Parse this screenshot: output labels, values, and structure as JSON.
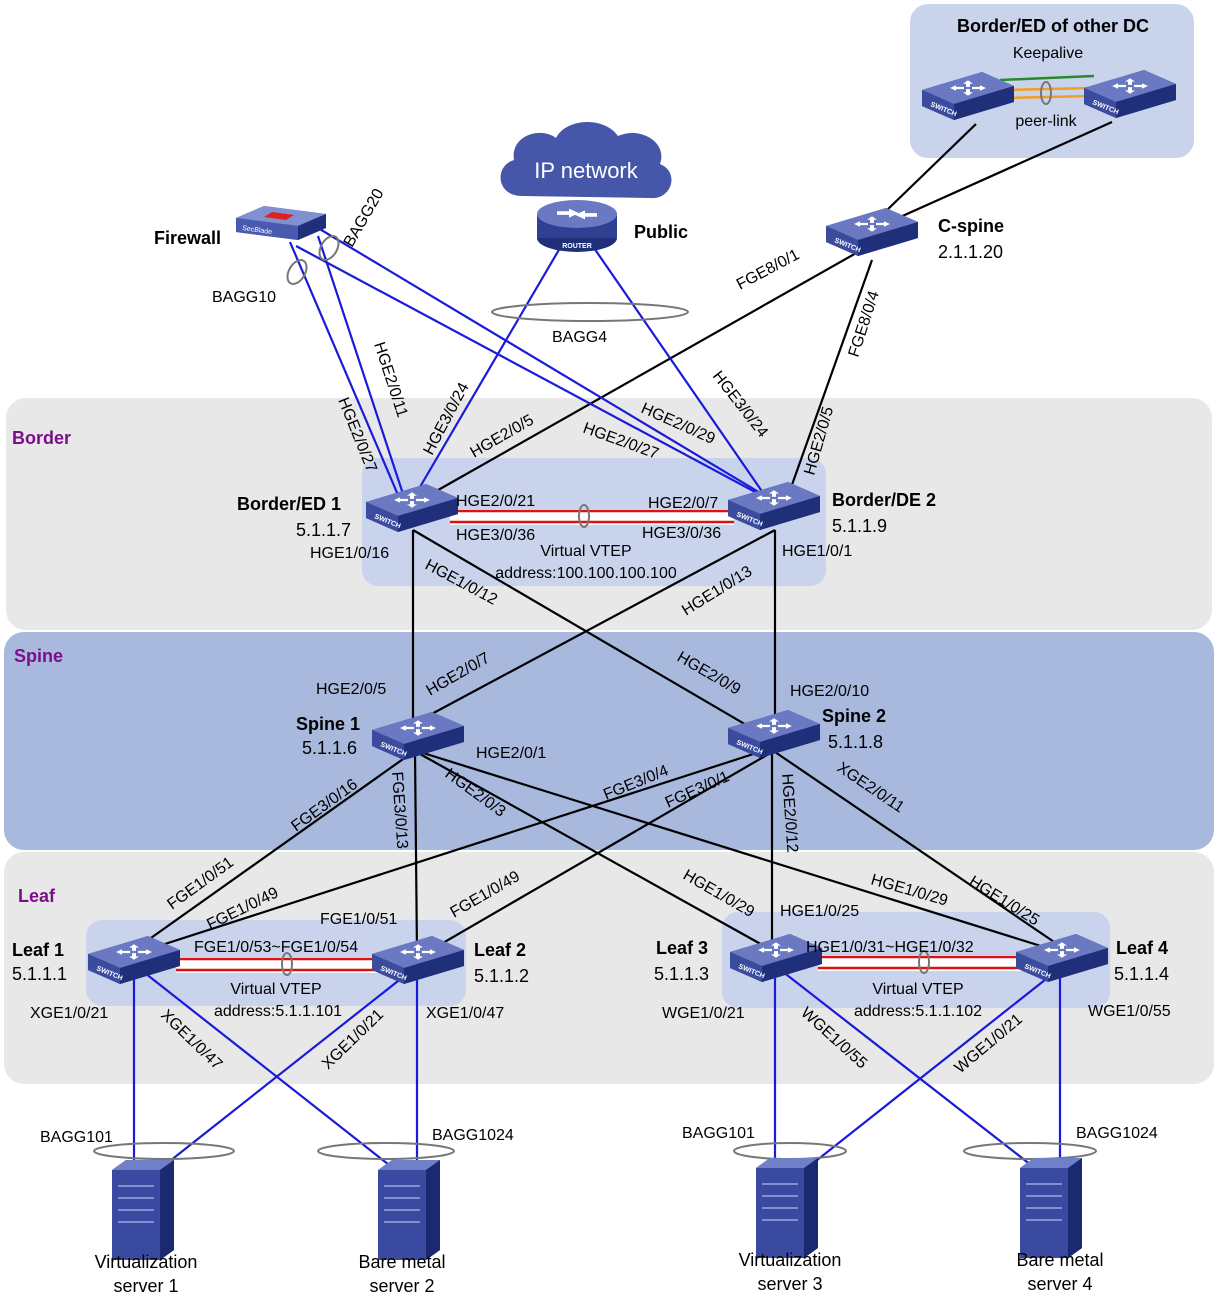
{
  "colors": {
    "zone_bg": "#e9e8e8",
    "spine_bg": "#a9b9dd",
    "group_bg": "#c9d4ec",
    "zone_label": "#7b0f8a",
    "link_black": "#000000",
    "link_blue": "#1a1adb",
    "peer_red": "#e01010",
    "switch_top": "#6a79c2",
    "switch_dark": "#1f2f7a"
  },
  "zones": [
    {
      "id": "border",
      "label": "Border"
    },
    {
      "id": "spine",
      "label": "Spine"
    },
    {
      "id": "leaf",
      "label": "Leaf"
    }
  ],
  "other_dc": {
    "title": "Border/ED of other DC",
    "keepalive": "Keepalive",
    "peer_link": "peer-link"
  },
  "devices": {
    "cspine": {
      "name": "C-spine",
      "ip": "2.1.1.20"
    },
    "border1": {
      "name": "Border/ED 1",
      "ip": "5.1.1.7"
    },
    "border2": {
      "name": "Border/DE 2",
      "ip": "5.1.1.9"
    },
    "spine1": {
      "name": "Spine 1",
      "ip": "5.1.1.6"
    },
    "spine2": {
      "name": "Spine 2",
      "ip": "5.1.1.8"
    },
    "leaf1": {
      "name": "Leaf 1",
      "ip": "5.1.1.1"
    },
    "leaf2": {
      "name": "Leaf 2",
      "ip": "5.1.1.2"
    },
    "leaf3": {
      "name": "Leaf 3",
      "ip": "5.1.1.3"
    },
    "leaf4": {
      "name": "Leaf 4",
      "ip": "5.1.1.4"
    },
    "firewall": {
      "name": "Firewall",
      "badge": "SecBlade"
    },
    "router": {
      "cloud": "IP network",
      "name": "Public",
      "badge": "ROUTER"
    },
    "switch_badge": "SWITCH"
  },
  "vteps": {
    "border": {
      "line1": "Virtual VTEP",
      "line2": "address:100.100.100.100"
    },
    "leaf12": {
      "line1": "Virtual VTEP",
      "line2": "address:5.1.1.101"
    },
    "leaf34": {
      "line1": "Virtual VTEP",
      "line2": "address:5.1.1.102"
    }
  },
  "aggregations": {
    "bagg20": "BAGG20",
    "bagg10": "BAGG10",
    "bagg4": "BAGG4",
    "bagg101_l": "BAGG101",
    "bagg1024_l": "BAGG1024",
    "bagg101_r": "BAGG101",
    "bagg1024_r": "BAGG1024"
  },
  "servers": {
    "s1": {
      "line1": "Virtualization",
      "line2": "server 1"
    },
    "s2": {
      "line1": "Bare metal",
      "line2": "server 2"
    },
    "s3": {
      "line1": "Virtualization",
      "line2": "server 3"
    },
    "s4": {
      "line1": "Bare metal",
      "line2": "server 4"
    }
  },
  "ports": {
    "fge8_0_1": "FGE8/0/1",
    "fge8_0_4": "FGE8/0/4",
    "b1_hge2_0_27": "HGE2/0/27",
    "b1_hge2_0_11": "HGE2/0/11",
    "b1_hge3_0_24": "HGE3/0/24",
    "b1_hge2_0_5": "HGE2/0/5",
    "b2_hge2_0_27": "HGE2/0/27",
    "b2_hge2_0_29": "HGE2/0/29",
    "b2_hge3_0_24": "HGE3/0/24",
    "b2_hge2_0_5": "HGE2/0/5",
    "b1_hge2_0_21": "HGE2/0/21",
    "b2_hge2_0_7": "HGE2/0/7",
    "b1_hge3_0_36": "HGE3/0/36",
    "b2_hge3_0_36": "HGE3/0/36",
    "b1_hge1_0_16": "HGE1/0/16",
    "b1_hge1_0_12": "HGE1/0/12",
    "b2_hge1_0_13": "HGE1/0/13",
    "b2_hge1_0_1": "HGE1/0/1",
    "s1_hge2_0_5": "HGE2/0/5",
    "s1_hge2_0_7": "HGE2/0/7",
    "s2_hge2_0_9": "HGE2/0/9",
    "s2_hge2_0_10": "HGE2/0/10",
    "s1_hge2_0_1": "HGE2/0/1",
    "s1_hge2_0_3": "HGE2/0/3",
    "s1_fge3_0_16": "FGE3/0/16",
    "s1_fge3_0_13": "FGE3/0/13",
    "s2_fge3_0_4": "FGE3/0/4",
    "s2_fge3_0_1": "FGE3/0/1",
    "s2_hge2_0_12": "HGE2/0/12",
    "s2_xge2_0_11": "XGE2/0/11",
    "l1_fge1_0_51": "FGE1/0/51",
    "l1_fge1_0_49": "FGE1/0/49",
    "l2_fge1_0_51": "FGE1/0/51",
    "l2_fge1_0_49": "FGE1/0/49",
    "l12_peer": "FGE1/0/53~FGE1/0/54",
    "l3_hge1_0_29": "HGE1/0/29",
    "l3_hge1_0_25": "HGE1/0/25",
    "l4_hge1_0_29": "HGE1/0/29",
    "l4_hge1_0_25": "HGE1/0/25",
    "l34_peer": "HGE1/0/31~HGE1/0/32",
    "l1_xge1_0_21": "XGE1/0/21",
    "l1_xge1_0_47": "XGE1/0/47",
    "l2_xge1_0_21": "XGE1/0/21",
    "l2_xge1_0_47": "XGE1/0/47",
    "l3_wge1_0_21": "WGE1/0/21",
    "l3_wge1_0_55": "WGE1/0/55",
    "l4_wge1_0_21": "WGE1/0/21",
    "l4_wge1_0_55": "WGE1/0/55"
  }
}
